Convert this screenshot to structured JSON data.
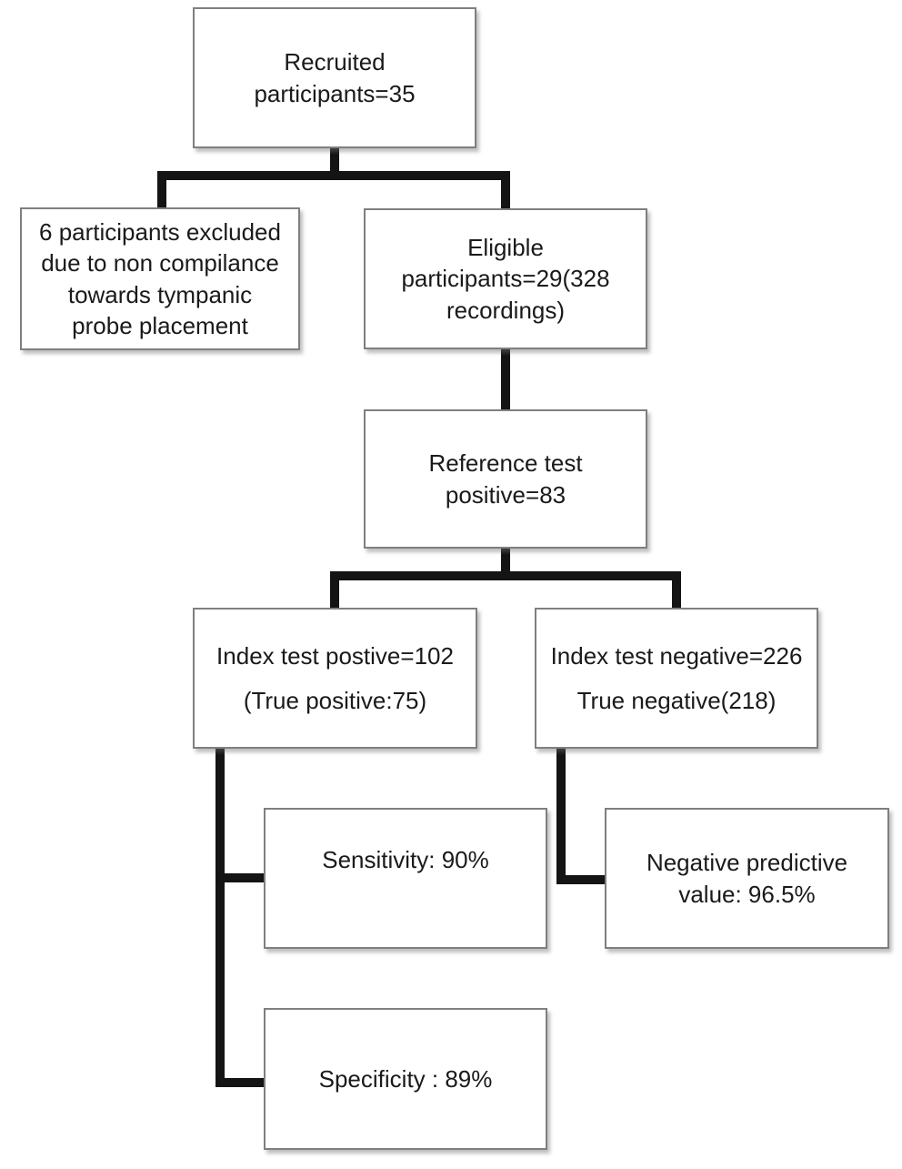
{
  "figure": {
    "type": "flowchart",
    "description": "Participant flow diagram of a diagnostic accuracy study"
  },
  "boxes": {
    "recruited": {
      "lines": [
        "Recruited",
        "participants=35"
      ]
    },
    "excluded": {
      "lines": [
        "6 participants excluded",
        "due to non compilance",
        "towards tympanic",
        "probe placement"
      ]
    },
    "eligible": {
      "lines": [
        "Eligible",
        "participants=29(328",
        "recordings)"
      ]
    },
    "reference_positive": {
      "lines": [
        "Reference test",
        "positive=83"
      ]
    },
    "index_positive": {
      "lines": [
        "Index test postive=102",
        "(True positive:75)"
      ]
    },
    "index_negative": {
      "lines": [
        "Index test negative=226",
        "True negative(218)"
      ]
    },
    "sensitivity": {
      "lines": [
        "Sensitivity: 90%"
      ]
    },
    "npv": {
      "lines": [
        "Negative predictive",
        "value: 96.5%"
      ]
    },
    "specificity": {
      "lines": [
        "Specificity : 89%"
      ]
    }
  },
  "colors": {
    "box_fill": "#ffffff",
    "box_border": "#7f7f7f",
    "connector": "#141414",
    "text_color": "#1a1a1a",
    "background": "#ffffff"
  }
}
